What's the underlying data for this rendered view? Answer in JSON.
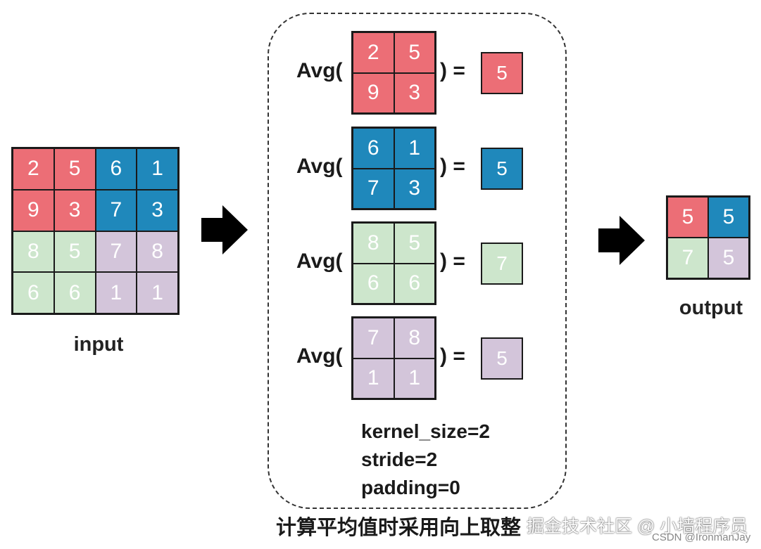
{
  "colors": {
    "red": "#ec6e76",
    "blue": "#1f88bb",
    "green": "#cde6cc",
    "purple": "#d3c5da"
  },
  "input": {
    "label": "input",
    "cells": [
      [
        "2",
        "5",
        "6",
        "1"
      ],
      [
        "9",
        "3",
        "7",
        "3"
      ],
      [
        "8",
        "5",
        "7",
        "8"
      ],
      [
        "6",
        "6",
        "1",
        "1"
      ]
    ],
    "cell_colors": [
      [
        "red",
        "red",
        "blue",
        "blue"
      ],
      [
        "red",
        "red",
        "blue",
        "blue"
      ],
      [
        "green",
        "green",
        "purple",
        "purple"
      ],
      [
        "green",
        "green",
        "purple",
        "purple"
      ]
    ]
  },
  "rows": [
    {
      "prefix": "Avg(",
      "suffix": ") =",
      "cells": [
        "2",
        "5",
        "9",
        "3"
      ],
      "color": "red",
      "result": "5"
    },
    {
      "prefix": "Avg(",
      "suffix": ") =",
      "cells": [
        "6",
        "1",
        "7",
        "3"
      ],
      "color": "blue",
      "result": "5"
    },
    {
      "prefix": "Avg(",
      "suffix": ") =",
      "cells": [
        "8",
        "5",
        "6",
        "6"
      ],
      "color": "green",
      "result": "7"
    },
    {
      "prefix": "Avg(",
      "suffix": ") =",
      "cells": [
        "7",
        "8",
        "1",
        "1"
      ],
      "color": "purple",
      "result": "5"
    }
  ],
  "params": {
    "kernel_size": "kernel_size=2",
    "stride": "stride=2",
    "padding": "padding=0"
  },
  "output": {
    "label": "output",
    "cells": [
      [
        "5",
        "5"
      ],
      [
        "7",
        "5"
      ]
    ],
    "cell_colors": [
      [
        "red",
        "blue"
      ],
      [
        "green",
        "purple"
      ]
    ]
  },
  "icons": {
    "arrow_1": "right-arrow-icon",
    "arrow_2": "right-arrow-icon"
  },
  "caption": "计算平均值时采用向上取整",
  "watermark": {
    "site": "掘金技术社区 @ 小墙程序员",
    "author": "CSDN @IronmanJay"
  }
}
